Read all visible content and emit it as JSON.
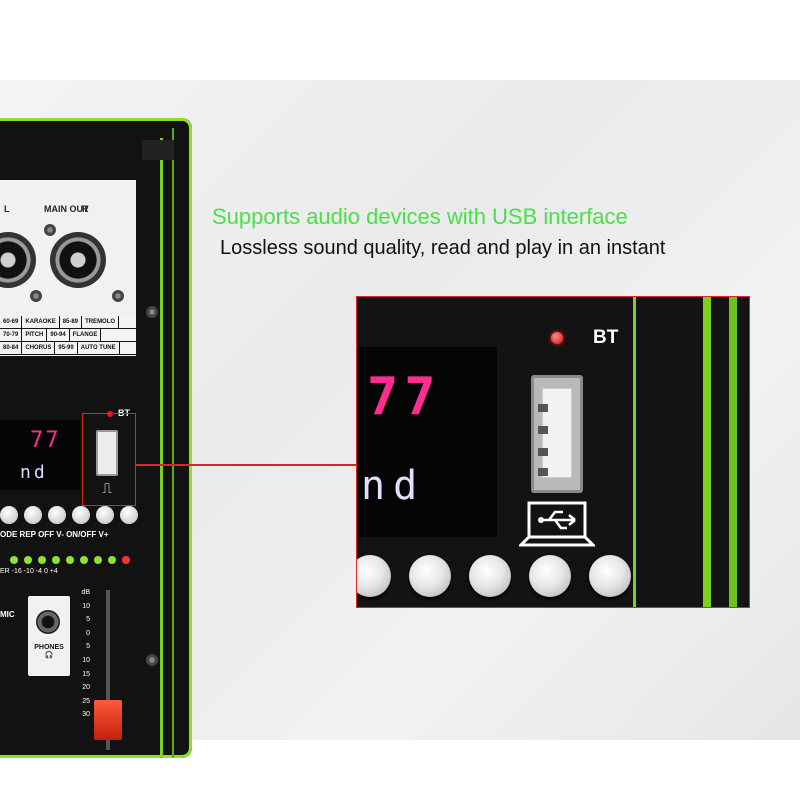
{
  "headline": "Supports audio devices with USB interface",
  "subheadline": "Lossless sound quality, read and play in an instant",
  "colors": {
    "headline": "#49e04a",
    "accent_green": "#7fd11f",
    "callout": "#d8262b",
    "segment_pink": "#ff2d8f"
  },
  "device": {
    "io_plate": {
      "left_label": "L",
      "main_out_label": "MAIN OUT",
      "right_label": "R"
    },
    "effects_table": [
      [
        "60-69",
        "KARAOKE",
        "85-89",
        "TREMOLO"
      ],
      [
        "70-79",
        "PITCH",
        "90-94",
        "FLANGE"
      ],
      [
        "80-84",
        "CHORUS",
        "95-99",
        "AUTO TUNE"
      ]
    ],
    "bt_label": "BT",
    "display_top": "77",
    "display_bottom": "nd",
    "button_labels": "ODE REP  OFF  V- ON/OFF V+",
    "meter_labels": "ER  -16  -10  -4   0  +4",
    "mic_label": "MIC",
    "phones_label": "PHONES",
    "fader_scale": [
      "dB",
      "10",
      "5",
      "0",
      "5",
      "10",
      "15",
      "20",
      "25",
      "30"
    ],
    "usb_icon": "usb-computer-icon",
    "headphones_icon": "headphones-icon"
  },
  "zoom": {
    "bt_label": "BT",
    "display_top": "77",
    "display_bottom": "nd",
    "usb_icon": "usb-computer-icon",
    "button_count": 5
  }
}
